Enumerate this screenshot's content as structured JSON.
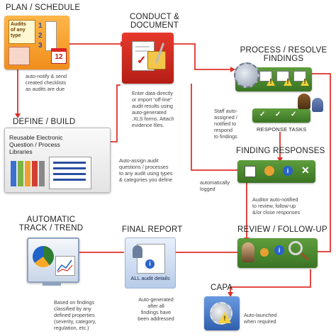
{
  "colors": {
    "accent_red": "#e23a2a",
    "orange": "#f29a22",
    "green": "#4b8a2f",
    "blue": "#3c6ec0",
    "line_red": "#e0312c"
  },
  "nodes": {
    "plan_schedule": {
      "title": "PLAN / SCHEDULE",
      "image_text": {
        "l1": "Audits",
        "l2": "of any",
        "l3": "type",
        "n1": "1",
        "n2": "2",
        "n3": "3",
        "cal": "12"
      },
      "note": [
        "auto-notify & send",
        "created checklists",
        "as audits are due"
      ]
    },
    "conduct_document": {
      "title_l1": "CONDUCT &",
      "title_l2": "DOCUMENT",
      "note": [
        "Enter data directly",
        "or import “off-line”",
        "audit results using",
        "auto-generated",
        ".XLS forms. Attach",
        "evidence files."
      ]
    },
    "process_resolve": {
      "title_l1": "PROCESS / RESOLVE",
      "title_l2": "FINDINGS",
      "response_tasks": "RESPONSE TASKS",
      "note": [
        "Staff auto-",
        "assigned /",
        "notified to",
        "respond",
        "to findings"
      ]
    },
    "define_build": {
      "title": "DEFINE / BUILD",
      "image_text": [
        "Reusable Electronic",
        "Question / Process",
        "Libraries"
      ],
      "note": [
        "Auto-assign audit",
        "questions / processes",
        "to any audit using types",
        "& categories you define"
      ]
    },
    "finding_responses": {
      "title": "FINDING RESPONSES",
      "note_left": [
        "automatically",
        "logged"
      ],
      "note_right": [
        "Auditor auto-notified",
        "to review, follow-up",
        "&/or close responses"
      ]
    },
    "automatic_track": {
      "title_l1": "AUTOMATIC",
      "title_l2": "TRACK / TREND",
      "note": [
        "Based on findings",
        "classified by any",
        "defined properties",
        "(severity, category,",
        "regulation, etc.)"
      ]
    },
    "final_report": {
      "title": "FINAL REPORT",
      "image_text": "ALL audit details",
      "note": [
        "Auto-generated",
        "after all",
        "findings have",
        "been addressed"
      ]
    },
    "review_followup": {
      "title": "REVIEW / FOLLOW-UP"
    },
    "capa": {
      "title": "CAPA",
      "note": [
        "Auto-launched",
        "when required"
      ]
    }
  },
  "icons": {
    "number_list": [
      "1",
      "2",
      "3"
    ],
    "info": "i",
    "warning": "!"
  }
}
